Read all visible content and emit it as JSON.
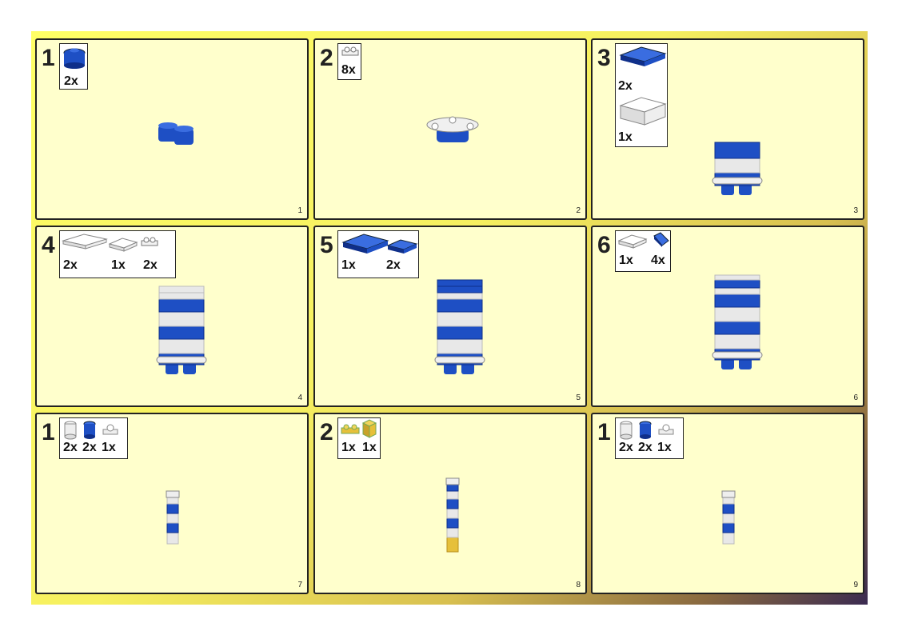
{
  "panels": [
    {
      "step": "1",
      "page": "1",
      "parts": [
        {
          "qty": "2x",
          "part": "brick-2x2-round-blue"
        }
      ]
    },
    {
      "step": "2",
      "page": "2",
      "parts": [
        {
          "qty": "8x",
          "part": "plate-clip-light-gray"
        }
      ]
    },
    {
      "step": "3",
      "page": "3",
      "parts": [
        {
          "qty": "2x",
          "part": "brick-2x4-blue"
        },
        {
          "qty": "1x",
          "part": "brick-2x4-white"
        }
      ]
    },
    {
      "step": "4",
      "page": "4",
      "parts": [
        {
          "qty": "2x",
          "part": "plate-2x4-white"
        },
        {
          "qty": "1x",
          "part": "plate-2x2-white"
        },
        {
          "qty": "2x",
          "part": "plate-clip-white"
        }
      ]
    },
    {
      "step": "5",
      "page": "5",
      "parts": [
        {
          "qty": "1x",
          "part": "plate-2x4-blue"
        },
        {
          "qty": "2x",
          "part": "plate-2x2-blue"
        }
      ]
    },
    {
      "step": "6",
      "page": "6",
      "parts": [
        {
          "qty": "1x",
          "part": "tile-2x2-white"
        },
        {
          "qty": "4x",
          "part": "slope-blue"
        }
      ]
    },
    {
      "step": "1",
      "page": "7",
      "parts": [
        {
          "qty": "2x",
          "part": "round-brick-white"
        },
        {
          "qty": "2x",
          "part": "round-brick-blue"
        },
        {
          "qty": "1x",
          "part": "clip-white"
        }
      ]
    },
    {
      "step": "2",
      "page": "8",
      "parts": [
        {
          "qty": "1x",
          "part": "plate-clip-yellow"
        },
        {
          "qty": "1x",
          "part": "brick-1x1-yellow"
        }
      ]
    },
    {
      "step": "1",
      "page": "9",
      "parts": [
        {
          "qty": "2x",
          "part": "round-brick-white"
        },
        {
          "qty": "2x",
          "part": "round-brick-blue"
        },
        {
          "qty": "1x",
          "part": "clip-white"
        }
      ]
    }
  ],
  "colors": {
    "blue": "#1e4fc4",
    "dark_blue": "#0f2f8a",
    "white": "#f2f2f2",
    "gray": "#bdbdbd",
    "yellow": "#e6c03a",
    "panel_bg": "#ffffcc"
  }
}
